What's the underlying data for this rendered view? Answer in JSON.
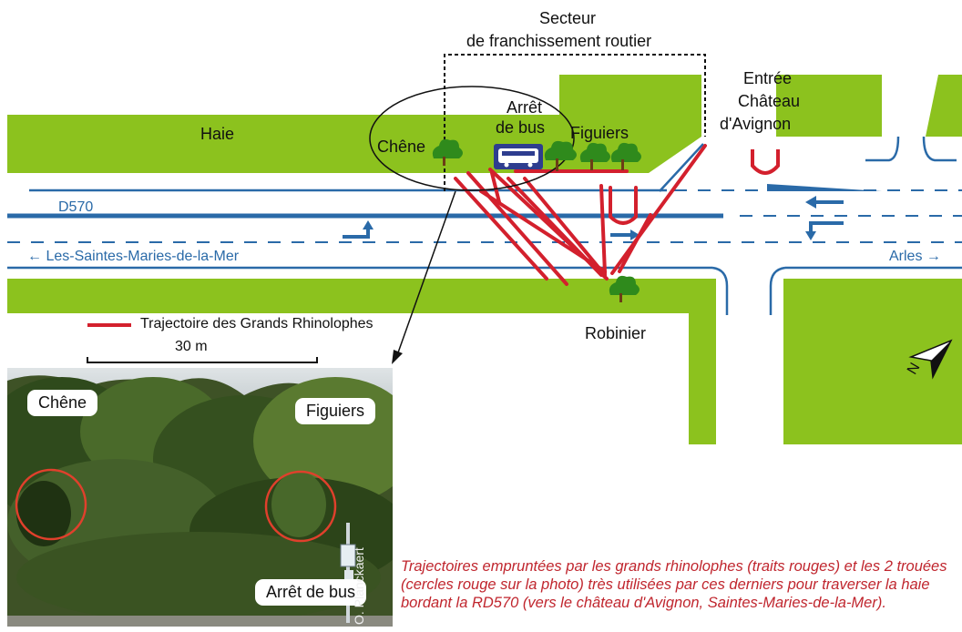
{
  "labels": {
    "sector_line1": "Secteur",
    "sector_line2": "de franchissement routier",
    "haie": "Haie",
    "chene": "Chêne",
    "arret_line1": "Arrêt",
    "arret_line2": "de bus",
    "figuiers": "Figuiers",
    "entree_line1": "Entrée",
    "entree_line2": "Château",
    "entree_line3": "d'Avignon",
    "road": "D570",
    "west": "← Les-Saintes-Maries-de-la-Mer",
    "east": "Arles →",
    "robinier": "Robinier",
    "legend": "Trajectoire des Grands Rhinolophes",
    "scale": "30 m"
  },
  "photo": {
    "chene": "Chêne",
    "figuiers": "Figuiers",
    "arret": "Arrêt de bus",
    "credit": "O. Planckaert"
  },
  "caption": "Trajectoires empruntées par les grands rhinolophes (traits rouges) et les 2 trouées (cercles rouge sur la photo) très utilisées par ces derniers pour traverser la haie bordant la RD570 (vers le château d'Avignon, Saintes-Maries-de-la-Mer).",
  "colors": {
    "hedge_green": "#8cc21e",
    "road_blue": "#2a6aa8",
    "bat_red": "#d3202d",
    "bus_blue": "#2e3d8f"
  }
}
